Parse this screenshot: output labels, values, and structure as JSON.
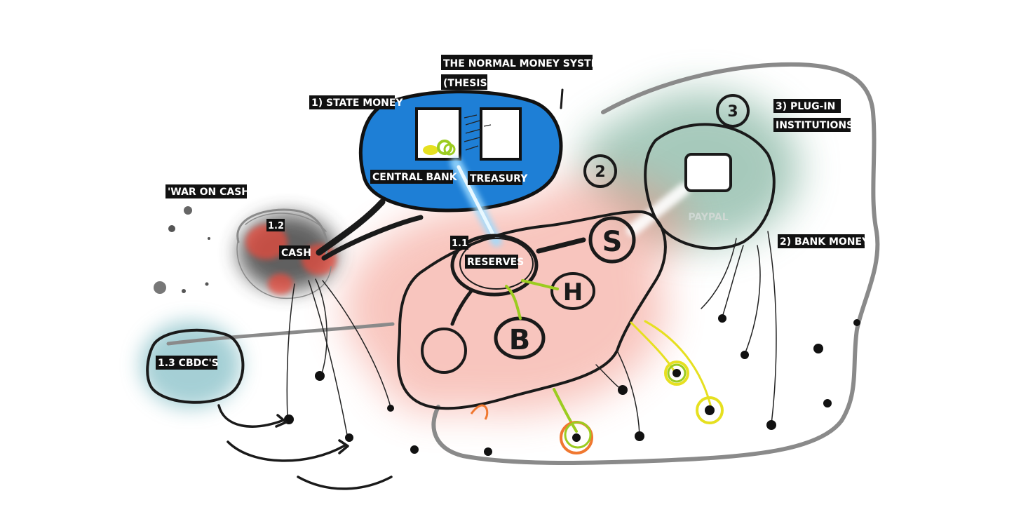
{
  "labels": {
    "title_line1": "THE NORMAL MONEY SYSTEM",
    "title_line2": "(THESIS)",
    "state_money": "1) STATE MONEY",
    "central_bank": "CENTRAL BANK",
    "treasury": "TREASURY",
    "war_on_cash": "'WAR ON CASH'",
    "cash_num": "1.2",
    "cash": "CASH",
    "reserves_num": "1.1",
    "reserves": "RESERVES",
    "cbdc": "1.3 CBDC'S",
    "plugin_line1": "3) PLUG-IN",
    "plugin_line2": "INSTITUTIONS",
    "paypal": "PAYPAL",
    "bank_money": "2) BANK MONEY"
  },
  "bank_letters": {
    "s": "S",
    "h": "H",
    "b": "B"
  },
  "circle_numbers": {
    "two": "2",
    "three": "3"
  },
  "colors": {
    "state_blue": "#1e7fd6",
    "reserves_glow": "#f08070",
    "plugin_green": "#5e9e84",
    "cbdc_teal": "#7fbcc4",
    "beam_blue": "#9fdcff",
    "highlight_yellow": "#e6e020",
    "highlight_green": "#9ccc20",
    "highlight_orange": "#f07830"
  }
}
